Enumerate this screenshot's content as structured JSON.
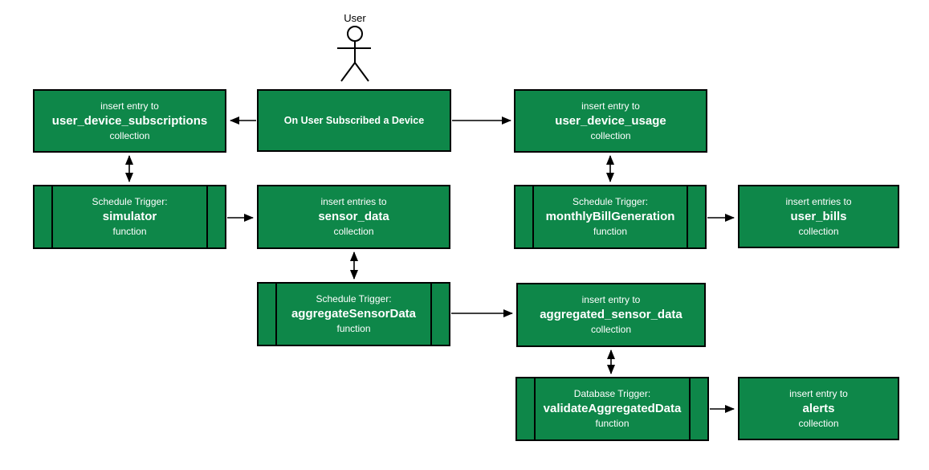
{
  "diagram": {
    "actor": {
      "label": "User"
    },
    "colors": {
      "node_fill": "#0e8749",
      "node_border": "#000000",
      "node_text": "#ffffff",
      "edge": "#000000",
      "background": "#ffffff"
    },
    "nodes": {
      "user_device_subscriptions": {
        "action": "insert entry to",
        "title": "user_device_subscriptions",
        "type": "collection"
      },
      "on_user_subscribed": {
        "label": "On User Subscribed a Device"
      },
      "user_device_usage": {
        "action": "insert entry to",
        "title": "user_device_usage",
        "type": "collection"
      },
      "simulator": {
        "action": "Schedule Trigger:",
        "title": "simulator",
        "type": "function"
      },
      "sensor_data": {
        "action": "insert entries to",
        "title": "sensor_data",
        "type": "collection"
      },
      "monthlyBillGeneration": {
        "action": "Schedule Trigger:",
        "title": "monthlyBillGeneration",
        "type": "function"
      },
      "user_bills": {
        "action": "insert entries to",
        "title": "user_bills",
        "type": "collection"
      },
      "aggregateSensorData": {
        "action": "Schedule Trigger:",
        "title": "aggregateSensorData",
        "type": "function"
      },
      "aggregated_sensor_data": {
        "action": "insert entry to",
        "title": "aggregated_sensor_data",
        "type": "collection"
      },
      "validateAggregatedData": {
        "action": "Database Trigger:",
        "title": "validateAggregatedData",
        "type": "function"
      },
      "alerts": {
        "action": "insert entry to",
        "title": "alerts",
        "type": "collection"
      }
    },
    "edges": [
      {
        "from": "On User Subscribed a Device",
        "to": "user_device_subscriptions collection",
        "style": "arrow"
      },
      {
        "from": "On User Subscribed a Device",
        "to": "user_device_usage collection",
        "style": "arrow"
      },
      {
        "from": "user_device_subscriptions collection",
        "to": "simulator function",
        "style": "double-arrow"
      },
      {
        "from": "user_device_usage collection",
        "to": "monthlyBillGeneration function",
        "style": "double-arrow"
      },
      {
        "from": "simulator function",
        "to": "sensor_data collection",
        "style": "arrow"
      },
      {
        "from": "monthlyBillGeneration function",
        "to": "user_bills collection",
        "style": "arrow"
      },
      {
        "from": "sensor_data collection",
        "to": "aggregateSensorData function",
        "style": "double-arrow"
      },
      {
        "from": "aggregateSensorData function",
        "to": "aggregated_sensor_data collection",
        "style": "arrow"
      },
      {
        "from": "aggregated_sensor_data collection",
        "to": "validateAggregatedData function",
        "style": "double-arrow"
      },
      {
        "from": "validateAggregatedData function",
        "to": "alerts collection",
        "style": "arrow"
      }
    ]
  }
}
